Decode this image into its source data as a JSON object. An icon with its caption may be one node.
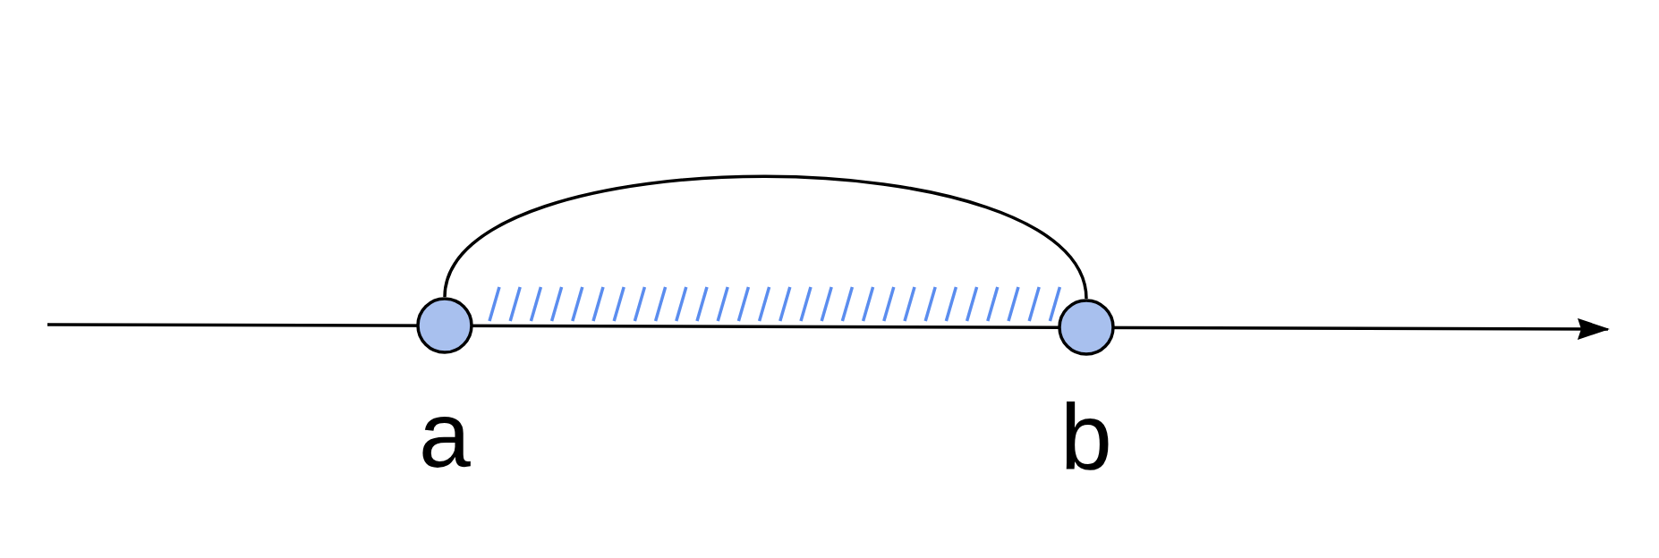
{
  "diagram": {
    "nodes": [
      {
        "text": [
          "a"
        ]
      },
      {
        "text": [
          "b"
        ]
      }
    ],
    "edges": [
      {
        "from": 0,
        "to": 1,
        "arrow": "none"
      }
    ]
  }
}
